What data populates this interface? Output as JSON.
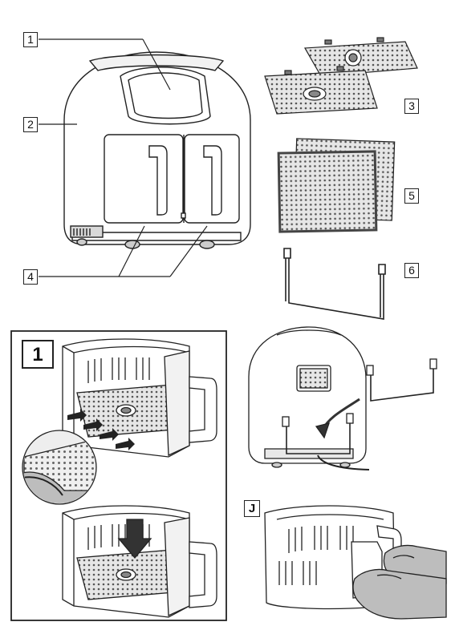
{
  "labels": {
    "callout_1": "1",
    "callout_2": "2",
    "callout_3": "3",
    "callout_4": "4",
    "callout_5": "5",
    "callout_6": "6",
    "step_1": "1",
    "step_J": "J"
  },
  "icons": {
    "arrows": "arrow-icon",
    "hands": "hand-icon"
  },
  "colors": {
    "line": "#222222",
    "fill_light": "#f2f2f2",
    "fill_mid": "#c8c8c8",
    "fill_dark": "#9a9a9a",
    "hand": "#bdbdbd"
  }
}
